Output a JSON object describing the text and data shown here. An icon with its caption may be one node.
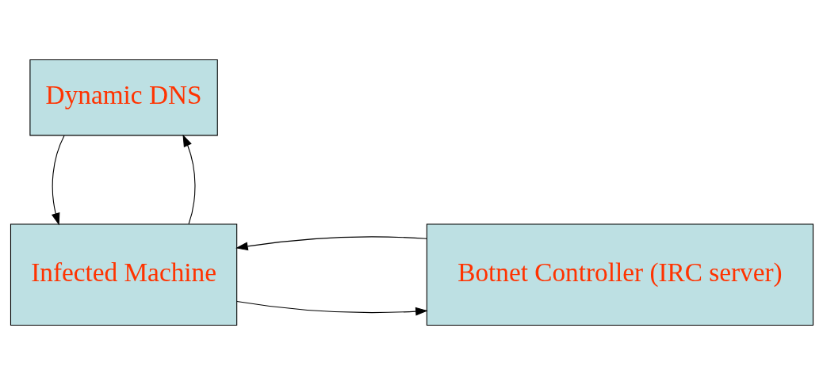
{
  "diagram": {
    "nodes": [
      {
        "text": [
          "Dynamic DNS"
        ]
      },
      {
        "text": [
          "Infected Machine"
        ]
      },
      {
        "text": [
          "Botnet Controller (IRC server)"
        ]
      }
    ],
    "edges": [
      {
        "from": 1,
        "to": 0,
        "arrow": "to"
      },
      {
        "from": 0,
        "to": 1,
        "arrow": "to"
      },
      {
        "from": 1,
        "to": 2,
        "arrow": "to"
      },
      {
        "from": 2,
        "to": 1,
        "arrow": "to"
      }
    ]
  }
}
